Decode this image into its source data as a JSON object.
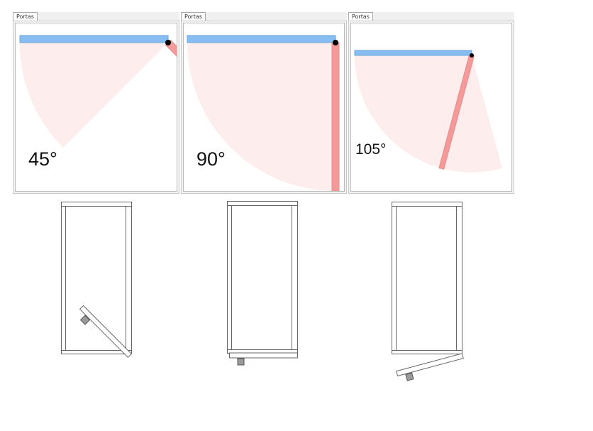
{
  "panels": [
    {
      "tab_label": "Portas",
      "angle_label": "45°",
      "angle_deg": 45
    },
    {
      "tab_label": "Portas",
      "angle_label": "90°",
      "angle_deg": 90
    },
    {
      "tab_label": "Portas",
      "angle_label": "105°",
      "angle_deg": 105
    }
  ],
  "colors": {
    "cabinet_edge": "#87bdf0",
    "door": "#f59a9a",
    "swing_area": "#fdeeed",
    "hinge": "#000000",
    "plan_line": "#666666",
    "handle": "#9a9a9a"
  }
}
